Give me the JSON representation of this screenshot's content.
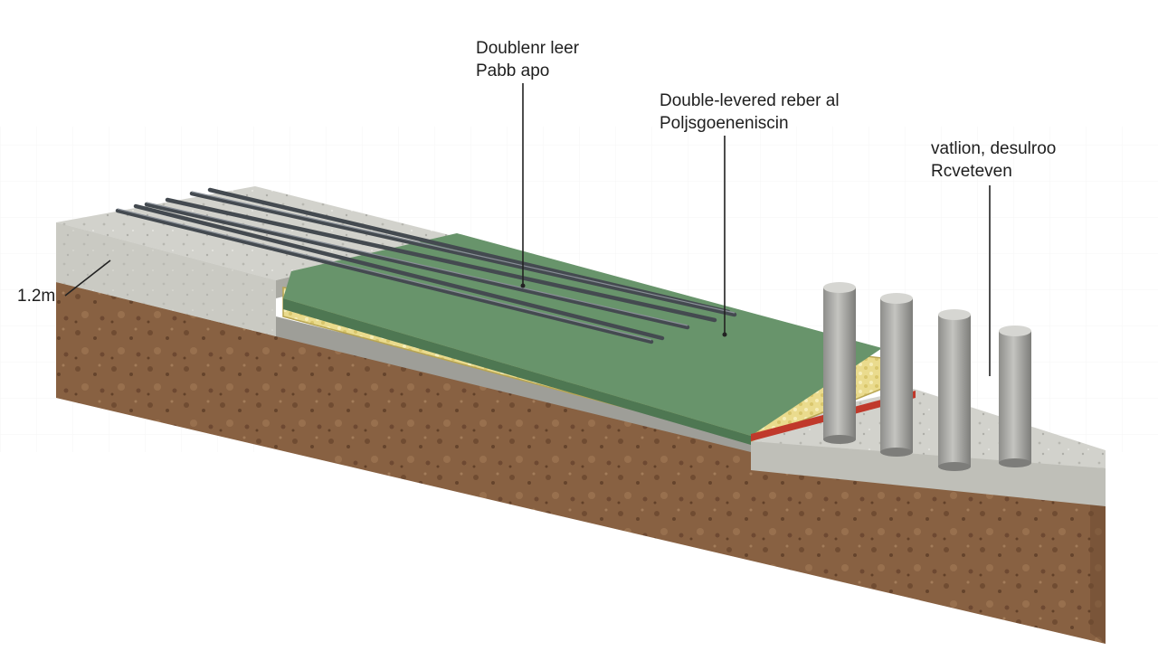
{
  "callouts": {
    "slab": {
      "line1": "Doublenr leer",
      "line2": "Pabb apo"
    },
    "rebar": {
      "line1": "Double-levered reber al",
      "line2": "Poljsgoeneniscin"
    },
    "piles": {
      "line1": "vatlion, desulroo",
      "line2": "Rcveteven"
    },
    "depth": "1.2m"
  },
  "colors": {
    "soil": "#8a6444",
    "concrete": "#c9c9c4",
    "membrane": "#6f9a70",
    "insulation": "#e7d989",
    "rebar": "#4a4f55",
    "pile": "#a3a3a0",
    "damp_proof_strip": "#c0392b"
  }
}
